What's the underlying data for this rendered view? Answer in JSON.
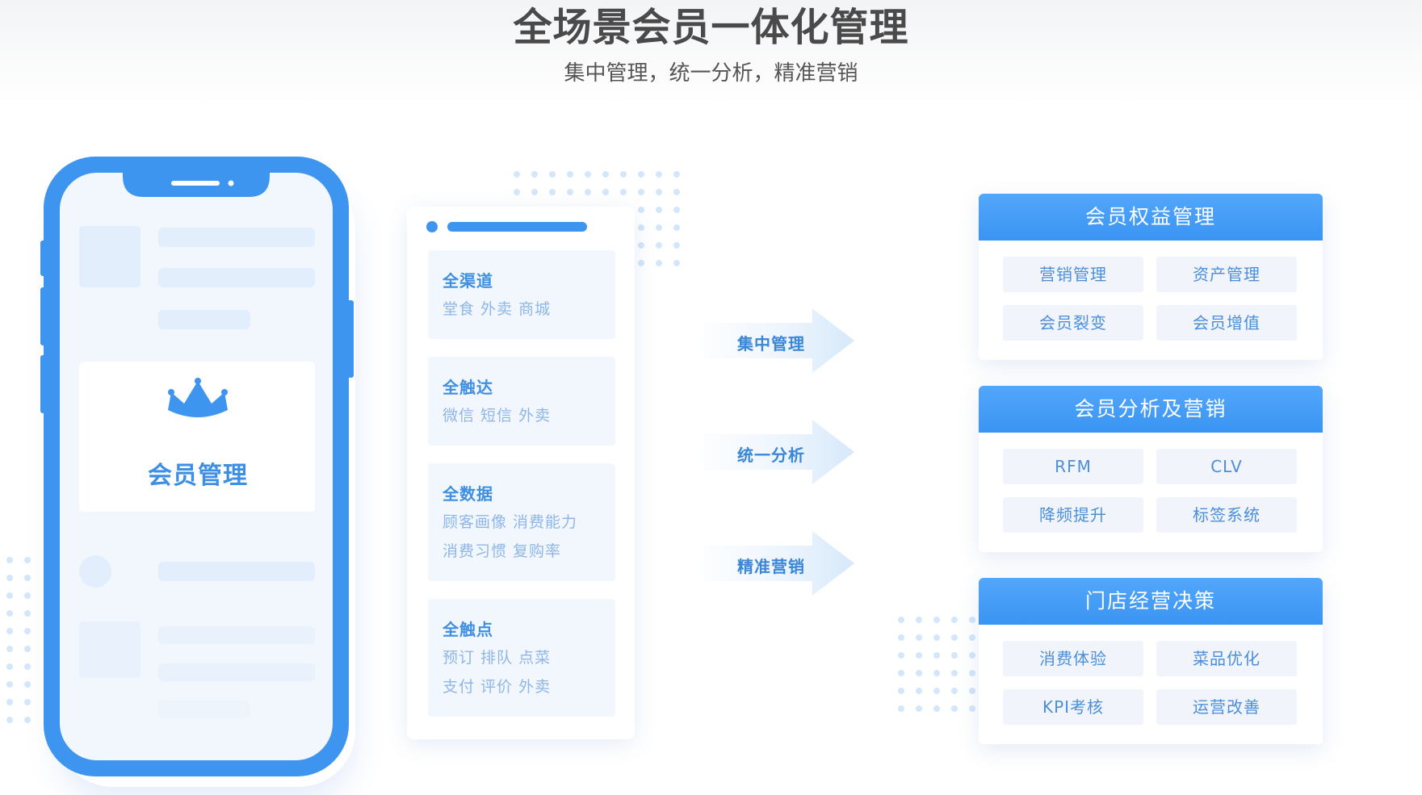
{
  "header": {
    "title": "全场景会员一体化管理",
    "subtitle": "集中管理，统一分析，精准营销"
  },
  "phone": {
    "label": "会员管理",
    "icon": "crown-icon"
  },
  "channels": [
    {
      "title": "全渠道",
      "lines": [
        "堂食 外卖 商城"
      ]
    },
    {
      "title": "全触达",
      "lines": [
        "微信 短信 外卖"
      ]
    },
    {
      "title": "全数据",
      "lines": [
        "顾客画像  消费能力",
        "消费习惯  复购率"
      ]
    },
    {
      "title": "全触点",
      "lines": [
        "预订 排队 点菜",
        "支付 评价 外卖"
      ]
    }
  ],
  "arrows": [
    "集中管理",
    "统一分析",
    "精准营销"
  ],
  "groups": [
    {
      "title": "会员权益管理",
      "items": [
        "营销管理",
        "资产管理",
        "会员裂变",
        "会员增值"
      ]
    },
    {
      "title": "会员分析及营销",
      "items": [
        "RFM",
        "CLV",
        "降频提升",
        "标签系统"
      ]
    },
    {
      "title": "门店经营决策",
      "items": [
        "消费体验",
        "菜品优化",
        "KPI考核",
        "运营改善"
      ]
    }
  ],
  "colors": {
    "accent": "#3d95ef",
    "phone_frame": "#3d95ef",
    "card_bg": "#f2f7fd",
    "tag_bg": "#f1f5fb",
    "title_text": "#4a4a4a",
    "dots": "#d3e6fa"
  }
}
